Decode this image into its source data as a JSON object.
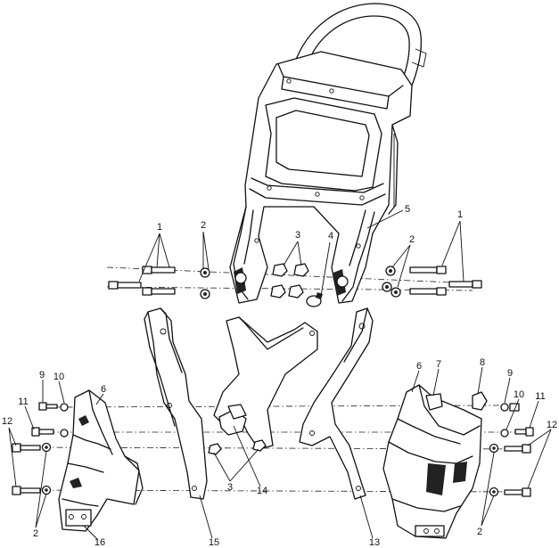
{
  "callouts": [
    {
      "id": "c1-left",
      "text": "1"
    },
    {
      "id": "c2-top-left",
      "text": "2"
    },
    {
      "id": "c3-top",
      "text": "3"
    },
    {
      "id": "c4",
      "text": "4"
    },
    {
      "id": "c5",
      "text": "5"
    },
    {
      "id": "c2-top-right",
      "text": "2"
    },
    {
      "id": "c1-right",
      "text": "1"
    },
    {
      "id": "c9-left",
      "text": "9"
    },
    {
      "id": "c10-left",
      "text": "10"
    },
    {
      "id": "c6-left",
      "text": "6"
    },
    {
      "id": "c11-left",
      "text": "11"
    },
    {
      "id": "c12-left",
      "text": "12"
    },
    {
      "id": "c2-bottom-left",
      "text": "2"
    },
    {
      "id": "c16",
      "text": "16"
    },
    {
      "id": "c15",
      "text": "15"
    },
    {
      "id": "c3-bottom",
      "text": "3"
    },
    {
      "id": "c14",
      "text": "14"
    },
    {
      "id": "c13",
      "text": "13"
    },
    {
      "id": "c6-right",
      "text": "6"
    },
    {
      "id": "c7",
      "text": "7"
    },
    {
      "id": "c8",
      "text": "8"
    },
    {
      "id": "c9-right",
      "text": "9"
    },
    {
      "id": "c10-right",
      "text": "10"
    },
    {
      "id": "c11-right",
      "text": "11"
    },
    {
      "id": "c12-right",
      "text": "12"
    },
    {
      "id": "c2-bottom-right",
      "text": "2"
    }
  ]
}
